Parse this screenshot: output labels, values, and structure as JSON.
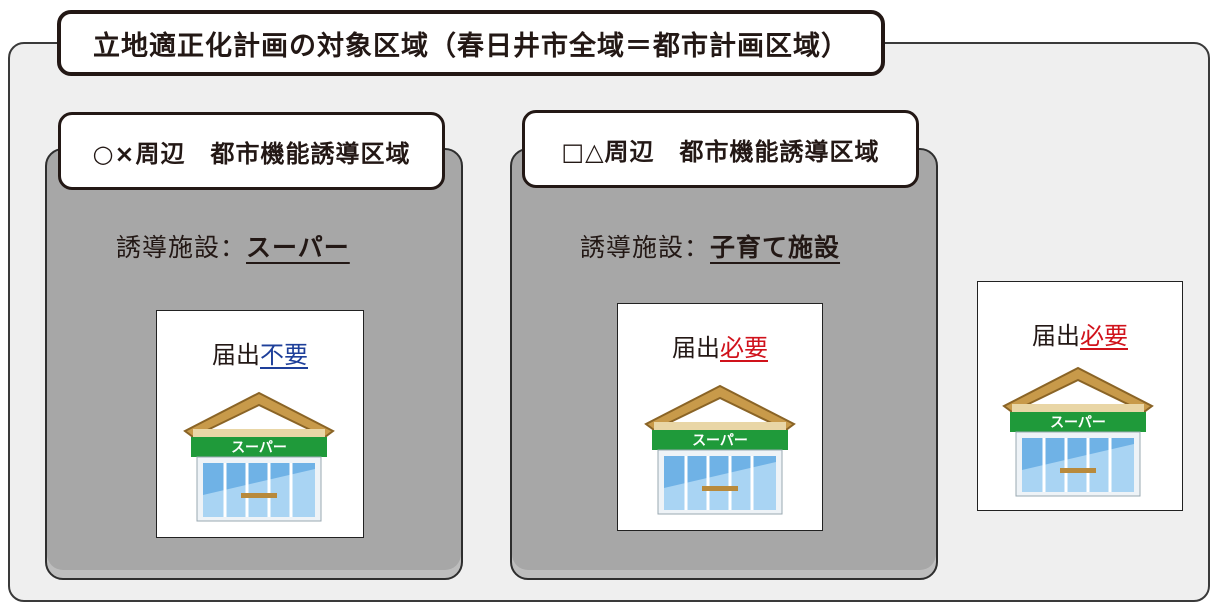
{
  "title": "立地適正化計画の対象区域（春日井市全域＝都市計画区域）",
  "zones": [
    {
      "label": "○×周辺　都市機能誘導区域",
      "facility_prefix": "誘導施設：",
      "facility_value": "スーパー",
      "notice_prefix": "届出",
      "notice_value": "不要",
      "store_sign": "スーパー"
    },
    {
      "label": "□△周辺　都市機能誘導区域",
      "facility_prefix": "誘導施設：",
      "facility_value": "子育て施設",
      "notice_prefix": "届出",
      "notice_value": "必要",
      "store_sign": "スーパー"
    }
  ],
  "outside": {
    "notice_prefix": "届出",
    "notice_value": "必要",
    "store_sign": "スーパー"
  },
  "colors": {
    "not_required": "#1e3f9a",
    "required": "#d0121b",
    "zone_fill": "#a7a7a7",
    "plan_area_fill": "#efefef"
  }
}
